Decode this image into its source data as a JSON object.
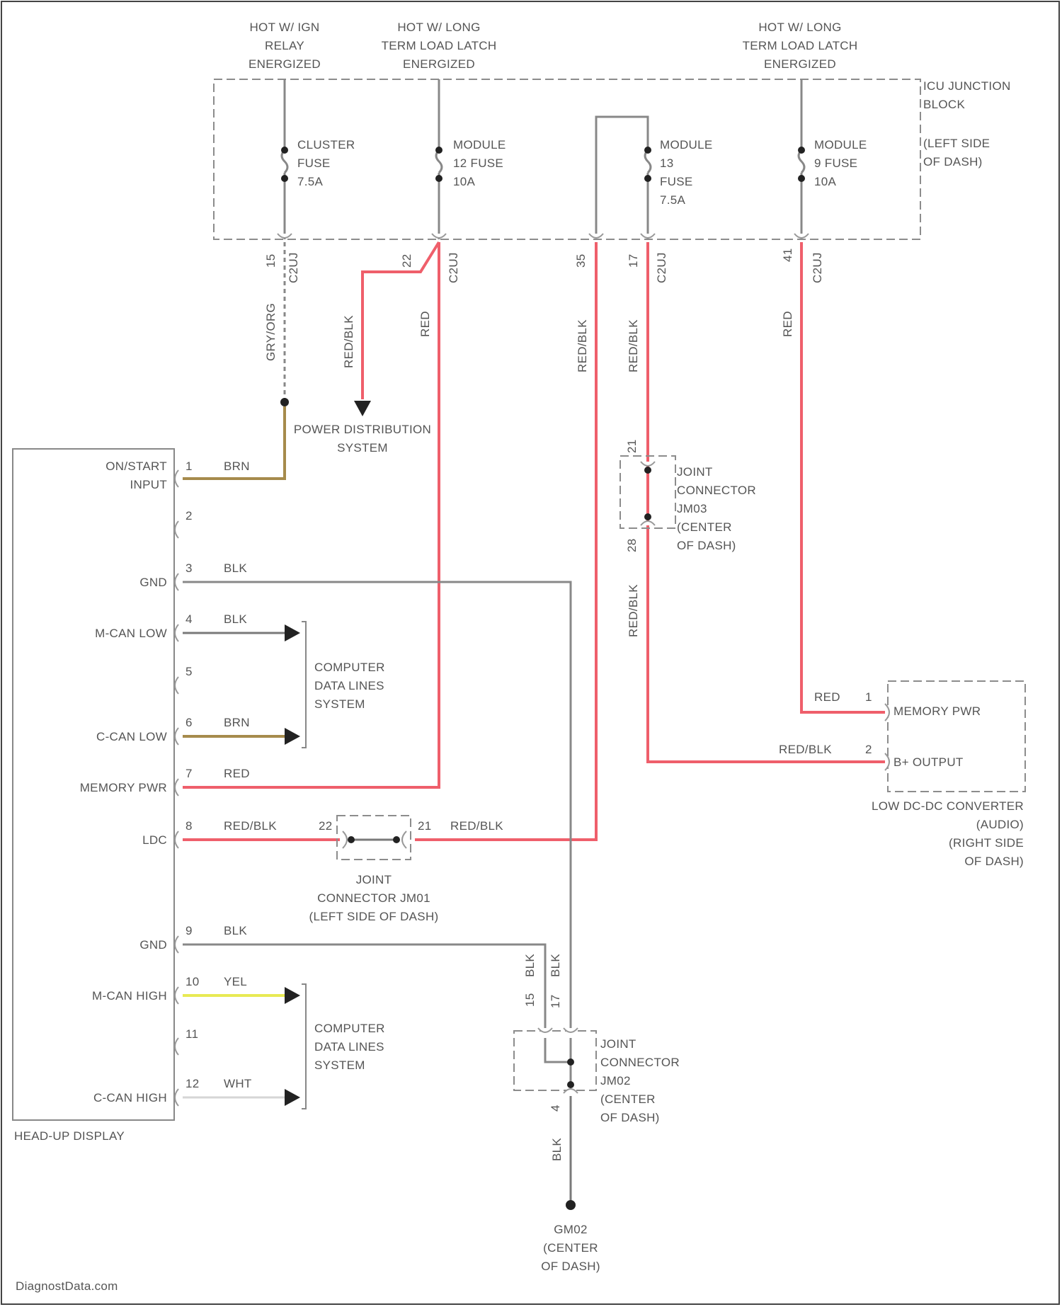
{
  "sources": {
    "hot_w_ign_relay": [
      "HOT W/ IGN",
      "RELAY",
      "ENERGIZED"
    ],
    "hot_w_long_term_1": [
      "HOT W/ LONG",
      "TERM LOAD LATCH",
      "ENERGIZED"
    ],
    "hot_w_long_term_2": [
      "HOT W/ LONG",
      "TERM LOAD LATCH",
      "ENERGIZED"
    ]
  },
  "junction_block": {
    "label": [
      "ICU JUNCTION",
      "BLOCK",
      "",
      "(LEFT SIDE",
      "OF DASH)"
    ],
    "fuses": {
      "cluster": [
        "CLUSTER",
        "FUSE",
        "7.5A"
      ],
      "module12": [
        "MODULE",
        "12 FUSE",
        "10A"
      ],
      "module13": [
        "MODULE",
        "13",
        "FUSE",
        "7.5A"
      ],
      "module9": [
        "MODULE",
        "9 FUSE",
        "10A"
      ]
    },
    "pins": {
      "p1": "15",
      "p2": "22",
      "p3": "35",
      "p4": "17",
      "p5": "41"
    },
    "connector": "C2UJ"
  },
  "power_distribution": [
    "POWER DISTRIBUTION",
    "SYSTEM"
  ],
  "wire_labels": {
    "gry_org": "GRY/ORG",
    "red_blk": "RED/BLK",
    "red": "RED",
    "blk": "BLK",
    "brn": "BRN",
    "yel": "YEL",
    "wht": "WHT"
  },
  "hud": {
    "name": "HEAD-UP DISPLAY",
    "pins": [
      {
        "num": "1",
        "label": [
          "ON/START",
          "INPUT"
        ],
        "wire": "BRN"
      },
      {
        "num": "2",
        "label": [],
        "wire": ""
      },
      {
        "num": "3",
        "label": [
          "GND"
        ],
        "wire": "BLK"
      },
      {
        "num": "4",
        "label": [
          "M-CAN LOW"
        ],
        "wire": "BLK"
      },
      {
        "num": "5",
        "label": [],
        "wire": ""
      },
      {
        "num": "6",
        "label": [
          "C-CAN LOW"
        ],
        "wire": "BRN"
      },
      {
        "num": "7",
        "label": [
          "MEMORY PWR"
        ],
        "wire": "RED"
      },
      {
        "num": "8",
        "label": [
          "LDC"
        ],
        "wire": "RED/BLK"
      },
      {
        "num": "9",
        "label": [
          "GND"
        ],
        "wire": "BLK"
      },
      {
        "num": "10",
        "label": [
          "M-CAN HIGH"
        ],
        "wire": "YEL"
      },
      {
        "num": "11",
        "label": [],
        "wire": ""
      },
      {
        "num": "12",
        "label": [
          "C-CAN HIGH"
        ],
        "wire": "WHT"
      }
    ]
  },
  "computer_data_lines": [
    "COMPUTER",
    "DATA LINES",
    "SYSTEM"
  ],
  "joint_jm01": {
    "label": [
      "JOINT",
      "CONNECTOR JM01",
      "(LEFT SIDE OF DASH)"
    ],
    "pin_in": "22",
    "pin_out": "21"
  },
  "joint_jm03": {
    "label": [
      "JOINT",
      "CONNECTOR",
      "JM03",
      "(CENTER",
      "OF DASH)"
    ],
    "pin_top": "21",
    "pin_bottom": "28"
  },
  "joint_jm02": {
    "label": [
      "JOINT",
      "CONNECTOR",
      "JM02",
      "(CENTER",
      "OF DASH)"
    ],
    "pin_left": "15",
    "pin_right": "17",
    "pin_bottom": "4"
  },
  "ground": [
    "GM02",
    "(CENTER",
    "OF DASH)"
  ],
  "ldc": {
    "pins": [
      {
        "num": "1",
        "label": "MEMORY PWR",
        "wire": "RED"
      },
      {
        "num": "2",
        "label": "B+ OUTPUT",
        "wire": "RED/BLK"
      }
    ],
    "name": [
      "LOW DC-DC CONVERTER",
      "(AUDIO)",
      "(RIGHT SIDE",
      "OF DASH)"
    ]
  },
  "watermark": "DiagnostData.com",
  "colors": {
    "red_wire": "#ef5f6b",
    "brown_wire": "#a68b4c",
    "yellow_wire": "#e8ea54",
    "black_wire": "#7a7a7a"
  }
}
